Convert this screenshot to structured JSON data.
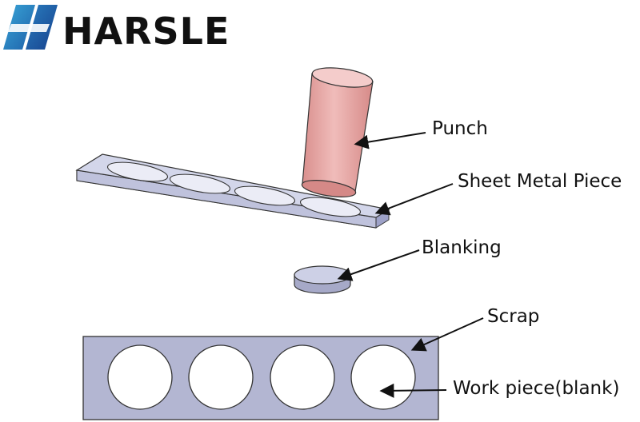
{
  "brand": {
    "name": "HARSLE",
    "mark_colors": [
      "#2a8ec9",
      "#1e4f9e"
    ]
  },
  "diagram": {
    "labels": {
      "punch": "Punch",
      "sheet_metal_piece": "Sheet Metal Piece",
      "blanking": "Blanking",
      "scrap": "Scrap",
      "work_piece": "Work piece(blank)"
    },
    "colors": {
      "punch_fill": "#e8a8a6",
      "punch_top": "#f3c9c7",
      "sheet_top": "#cfd2e6",
      "sheet_side": "#b4b8d4",
      "plate_fill": "#b3b6d2",
      "hole_fill": "#ffffff",
      "outline": "#222222"
    }
  }
}
